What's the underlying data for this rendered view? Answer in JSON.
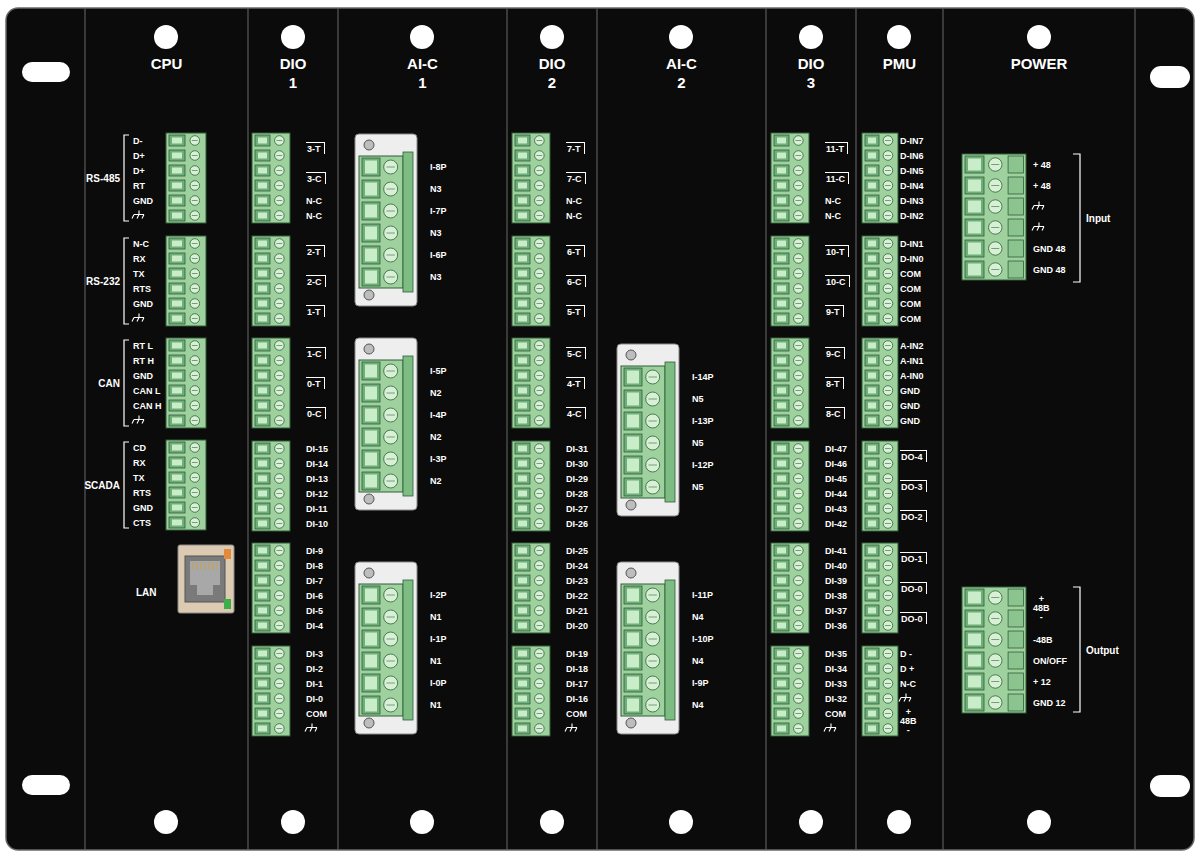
{
  "diagram": {
    "nodes": [
      {
        "text": [
          "CPU"
        ]
      },
      {
        "text": [
          "DIO 1"
        ]
      },
      {
        "text": [
          "AI-C 1"
        ]
      },
      {
        "text": [
          "DIO 2"
        ]
      },
      {
        "text": [
          "AI-C 2"
        ]
      },
      {
        "text": [
          "DIO 3"
        ]
      },
      {
        "text": [
          "PMU"
        ]
      },
      {
        "text": [
          "POWER"
        ]
      }
    ],
    "labels": [
      "RS-485",
      "D-",
      "D+",
      "D+",
      "RT",
      "GND",
      "RS-232",
      "N-C",
      "RX",
      "TX",
      "RTS",
      "GND",
      "CAN",
      "RT L",
      "RT H",
      "GND",
      "CAN L",
      "CAN H",
      "SCADA",
      "CD",
      "RX",
      "TX",
      "RTS",
      "GND",
      "CTS",
      "LAN",
      "3-T",
      "3-C",
      "N-C",
      "N-C",
      "2-T",
      "2-C",
      "1-T",
      "1-C",
      "0-T",
      "0-C",
      "DI-15",
      "DI-14",
      "DI-13",
      "DI-12",
      "DI-11",
      "DI-10",
      "DI-9",
      "DI-8",
      "DI-7",
      "DI-6",
      "DI-5",
      "DI-4",
      "DI-3",
      "DI-2",
      "DI-1",
      "DI-0",
      "COM",
      "I-8P",
      "N3",
      "I-7P",
      "N3",
      "I-6P",
      "N3",
      "I-5P",
      "N2",
      "I-4P",
      "N2",
      "I-3P",
      "N2",
      "I-2P",
      "N1",
      "I-1P",
      "N1",
      "I-0P",
      "N1",
      "7-T",
      "7-C",
      "N-C",
      "N-C",
      "6-T",
      "6-C",
      "5-T",
      "5-C",
      "4-T",
      "4-C",
      "DI-31",
      "DI-30",
      "DI-29",
      "DI-28",
      "DI-27",
      "DI-26",
      "DI-25",
      "DI-24",
      "DI-23",
      "DI-22",
      "DI-21",
      "DI-20",
      "DI-19",
      "DI-18",
      "DI-17",
      "DI-16",
      "COM",
      "I-14P",
      "N5",
      "I-13P",
      "N5",
      "I-12P",
      "N5",
      "I-11P",
      "N4",
      "I-10P",
      "N4",
      "I-9P",
      "N4",
      "11-T",
      "11-C",
      "N-C",
      "N-C",
      "10-T",
      "10-C",
      "9-T",
      "9-C",
      "8-T",
      "8-C",
      "DI-47",
      "DI-46",
      "DI-45",
      "DI-44",
      "DI-43",
      "DI-42",
      "DI-41",
      "DI-40",
      "DI-39",
      "DI-38",
      "DI-37",
      "DI-36",
      "DI-35",
      "DI-34",
      "DI-33",
      "DI-32",
      "COM",
      "D-IN7",
      "D-IN6",
      "D-IN5",
      "D-IN4",
      "D-IN3",
      "D-IN2",
      "D-IN1",
      "D-IN0",
      "COM",
      "COM",
      "COM",
      "COM",
      "A-IN2",
      "A-IN1",
      "A-IN0",
      "GND",
      "GND",
      "GND",
      "DO-4",
      "DO-3",
      "DO-2",
      "DO-1",
      "DO-0",
      "DO-0",
      "D -",
      "D +",
      "N-C",
      "+ 48B -",
      "+ 48",
      "+ 48",
      "GND 48",
      "GND 48",
      "Input",
      "+ 48B -",
      "-48B",
      "ON/OFF",
      "+ 12",
      "GND 12",
      "Output"
    ]
  }
}
